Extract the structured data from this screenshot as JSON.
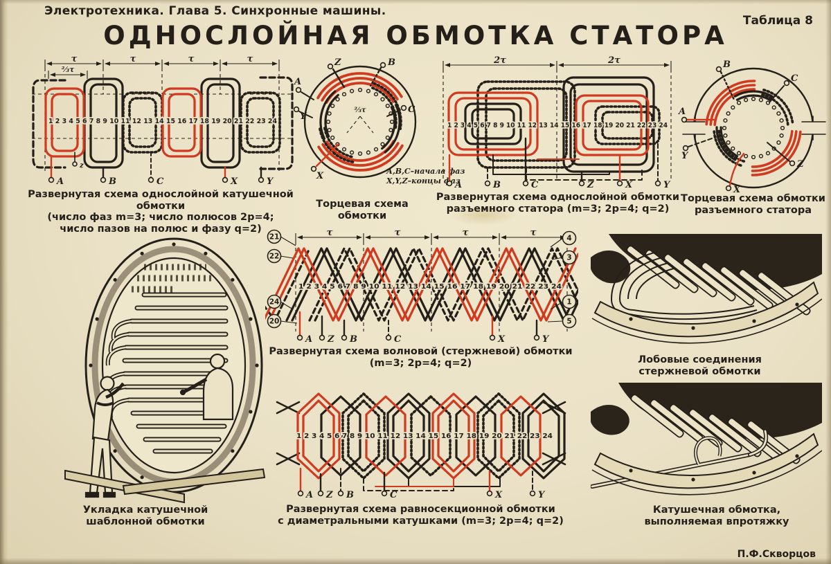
{
  "page": {
    "header_left": "Электротехника. Глава 5. Синхронные машины.",
    "header_right": "Таблица 8",
    "title": "ОДНОСЛОЙНАЯ ОБМОТКА СТАТОРА",
    "signature": "П.Ф.Скворцов",
    "colors": {
      "paper": "#eae1c6",
      "ink": "#241f19",
      "red": "#cf3a20"
    }
  },
  "shared": {
    "slots": "1 2 3 4 5 6 7 8 9 10 11 12 13 14 15 16 17 18 19 20 21 22 23 24",
    "tau": "τ",
    "two_tau": "2τ",
    "two_thirds_tau": "⅔τ"
  },
  "coil_diagram": {
    "caption1": "Развернутая схема однослойной катушечной обмотки",
    "caption2": "(число фаз m=3; число полюсов 2p=4;",
    "caption3": "число пазов на полюс и фазу q=2)",
    "terminals": {
      "a": "A",
      "z": "z",
      "b": "B",
      "c": "C",
      "x": "X",
      "y": "Y"
    }
  },
  "end_view": {
    "caption1": "Торцевая схема",
    "caption2": "обмотки",
    "note1": "А,В,С–начала фаз",
    "note2": "X,Y,Z–концы фаз",
    "terminals": {
      "z": "Z",
      "b": "B",
      "a": "A",
      "c": "C",
      "x": "X",
      "y": "Y"
    }
  },
  "split_diagram": {
    "caption1": "Развернутая схема однослойной обмотки",
    "caption2": "разъемного статора (m=3; 2p=4; q=2)",
    "terminals": {
      "a": "A",
      "b": "B",
      "c": "C",
      "z": "Z",
      "x": "X",
      "y": "Y"
    }
  },
  "split_end_view": {
    "caption1": "Торцевая схема обмотки",
    "caption2": "разъемного статора",
    "terminals": {
      "b": "B",
      "c": "C",
      "a": "A",
      "y": "Y",
      "z": "Z",
      "x": "X"
    }
  },
  "wave_diagram": {
    "caption1": "Развернутая схема волновой (стержневой) обмотки",
    "caption2": "(m=3;  2p=4;  q=2)",
    "left_circles": [
      "21",
      "22",
      "24",
      "20"
    ],
    "right_circles": [
      "4",
      "3",
      "1",
      "5"
    ],
    "terminals": {
      "a": "A",
      "z": "Z",
      "b": "B",
      "c": "C",
      "x": "X",
      "y": "Y"
    }
  },
  "equal_section_diagram": {
    "caption1": "Развернутая схема равносекционной обмотки",
    "caption2": "с диаметральными катушками (m=3; 2p=4; q=2)",
    "terminals": {
      "a": "A",
      "z": "Z",
      "b": "B",
      "c": "C",
      "x": "X",
      "y": "Y"
    }
  },
  "laying_illustration": {
    "caption1": "Укладка катушечной",
    "caption2": "шаблонной обмотки"
  },
  "end_connections_illustration": {
    "caption1": "Лобовые соединения",
    "caption2": "стержневой обмотки"
  },
  "threaded_illustration": {
    "caption1": "Катушечная обмотка,",
    "caption2": "выполняемая впротяжку"
  }
}
